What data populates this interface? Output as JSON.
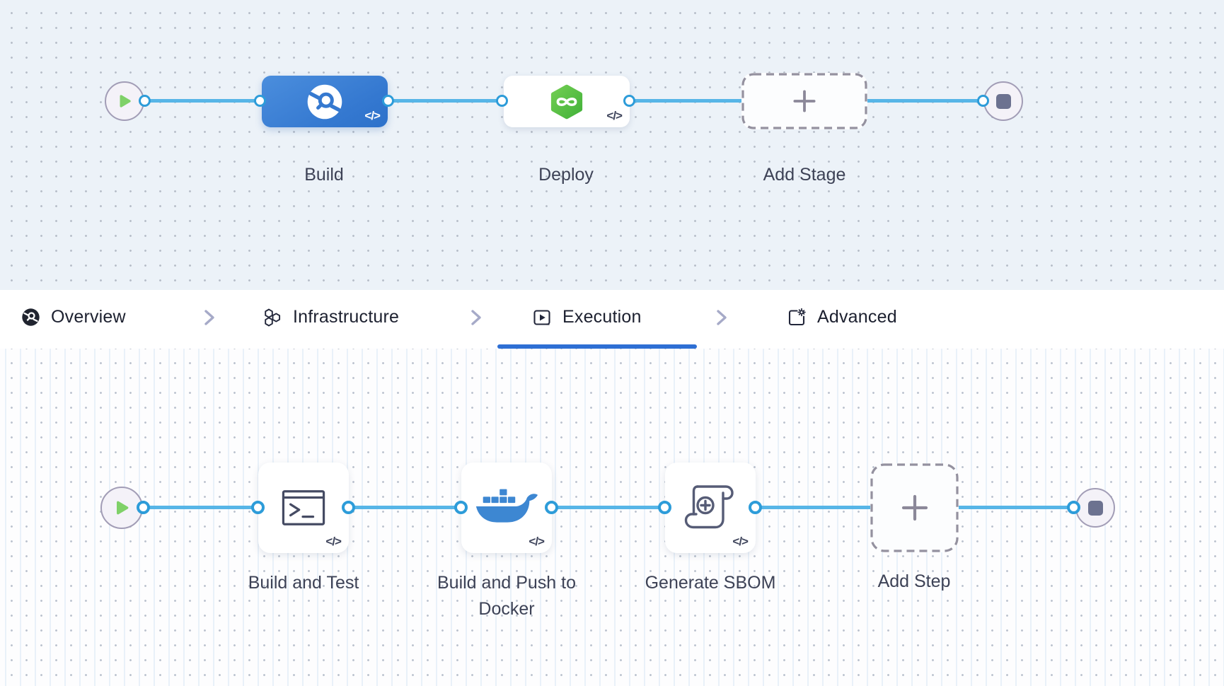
{
  "stage_pipeline": {
    "stages": [
      {
        "label": "Build",
        "icon": "harness-ci-icon",
        "state": "selected"
      },
      {
        "label": "Deploy",
        "icon": "harness-cd-icon",
        "state": "default"
      }
    ],
    "add_stage_label": "Add Stage",
    "code_chip": "</>"
  },
  "tabs": {
    "items": [
      {
        "label": "Overview",
        "icon": "overview-ci-icon",
        "active": false
      },
      {
        "label": "Infrastructure",
        "icon": "hexagons-icon",
        "active": false
      },
      {
        "label": "Execution",
        "icon": "play-square-icon",
        "active": true
      },
      {
        "label": "Advanced",
        "icon": "advanced-gear-icon",
        "active": false
      }
    ]
  },
  "step_pipeline": {
    "steps": [
      {
        "label": "Build and Test",
        "icon": "terminal-icon"
      },
      {
        "label": "Build and Push to Docker",
        "icon": "docker-whale-icon"
      },
      {
        "label": "Generate SBOM",
        "icon": "sbom-scroll-icon"
      }
    ],
    "add_step_label": "Add Step",
    "code_chip": "</>"
  },
  "colors": {
    "canvas_top_bg": "#ecf2f8",
    "canvas_bottom_bg": "#fdfdfe",
    "edge_blue": "#57b5e7",
    "port_border_blue": "#2d9cd9",
    "stage_build_blue": "#3478d0",
    "tab_underline_blue": "#2e6fd4",
    "cd_green": "#56bd43",
    "start_play_green": "#7fd168",
    "docker_blue": "#3d87d2",
    "label_text": "#3d4256",
    "tab_text": "#1c202f"
  }
}
